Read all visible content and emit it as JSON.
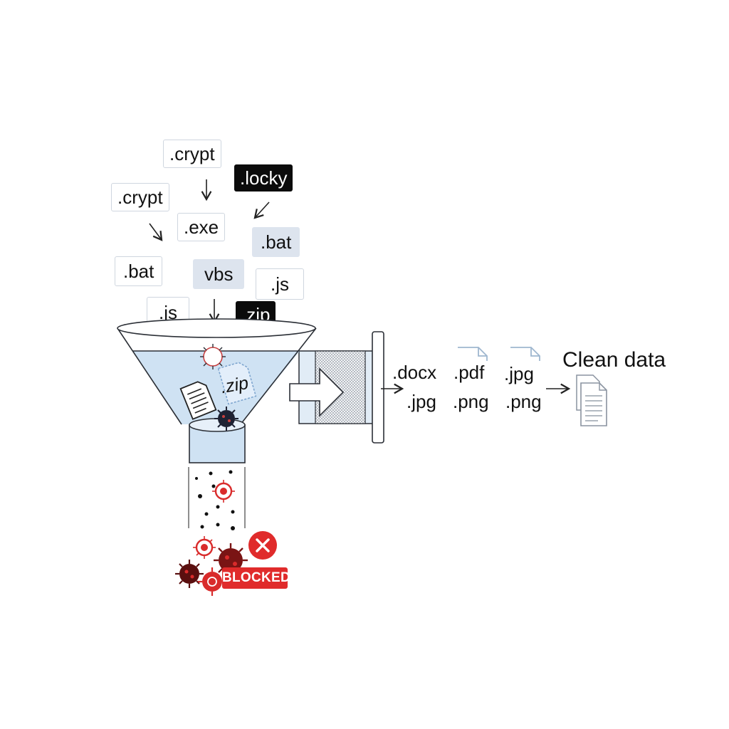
{
  "incoming_tags": [
    {
      "text": ".crypt",
      "style": "outline"
    },
    {
      "text": ".locky",
      "style": "dark"
    },
    {
      "text": ".crypt",
      "style": "outline"
    },
    {
      "text": ".exe",
      "style": "outline"
    },
    {
      "text": ".bat",
      "style": "gray"
    },
    {
      "text": ".bat",
      "style": "outline"
    },
    {
      "text": "vbs",
      "style": "gray"
    },
    {
      "text": ".js",
      "style": "outline"
    },
    {
      "text": ".js",
      "style": "outline"
    },
    {
      "text": ".zip",
      "style": "dark"
    }
  ],
  "funnel": {
    "floating_label": ".zip"
  },
  "output_labels": {
    "col1": [
      ".docx",
      ".jpg"
    ],
    "col2": [
      ".pdf",
      ".png"
    ],
    "col3": [
      ".jpg",
      ".png"
    ]
  },
  "result_title": "Clean data",
  "blocked_label": "BLOCKED",
  "colors": {
    "water": "#cfe2f3",
    "outline": "#2b2f36",
    "threat_red": "#d92b2b",
    "threat_dark": "#7a1414",
    "mesh": "#9aa3ad"
  },
  "icons": [
    "virus-icon",
    "document-icon",
    "zip-file-icon",
    "close-circle-icon",
    "file-stack-icon"
  ]
}
